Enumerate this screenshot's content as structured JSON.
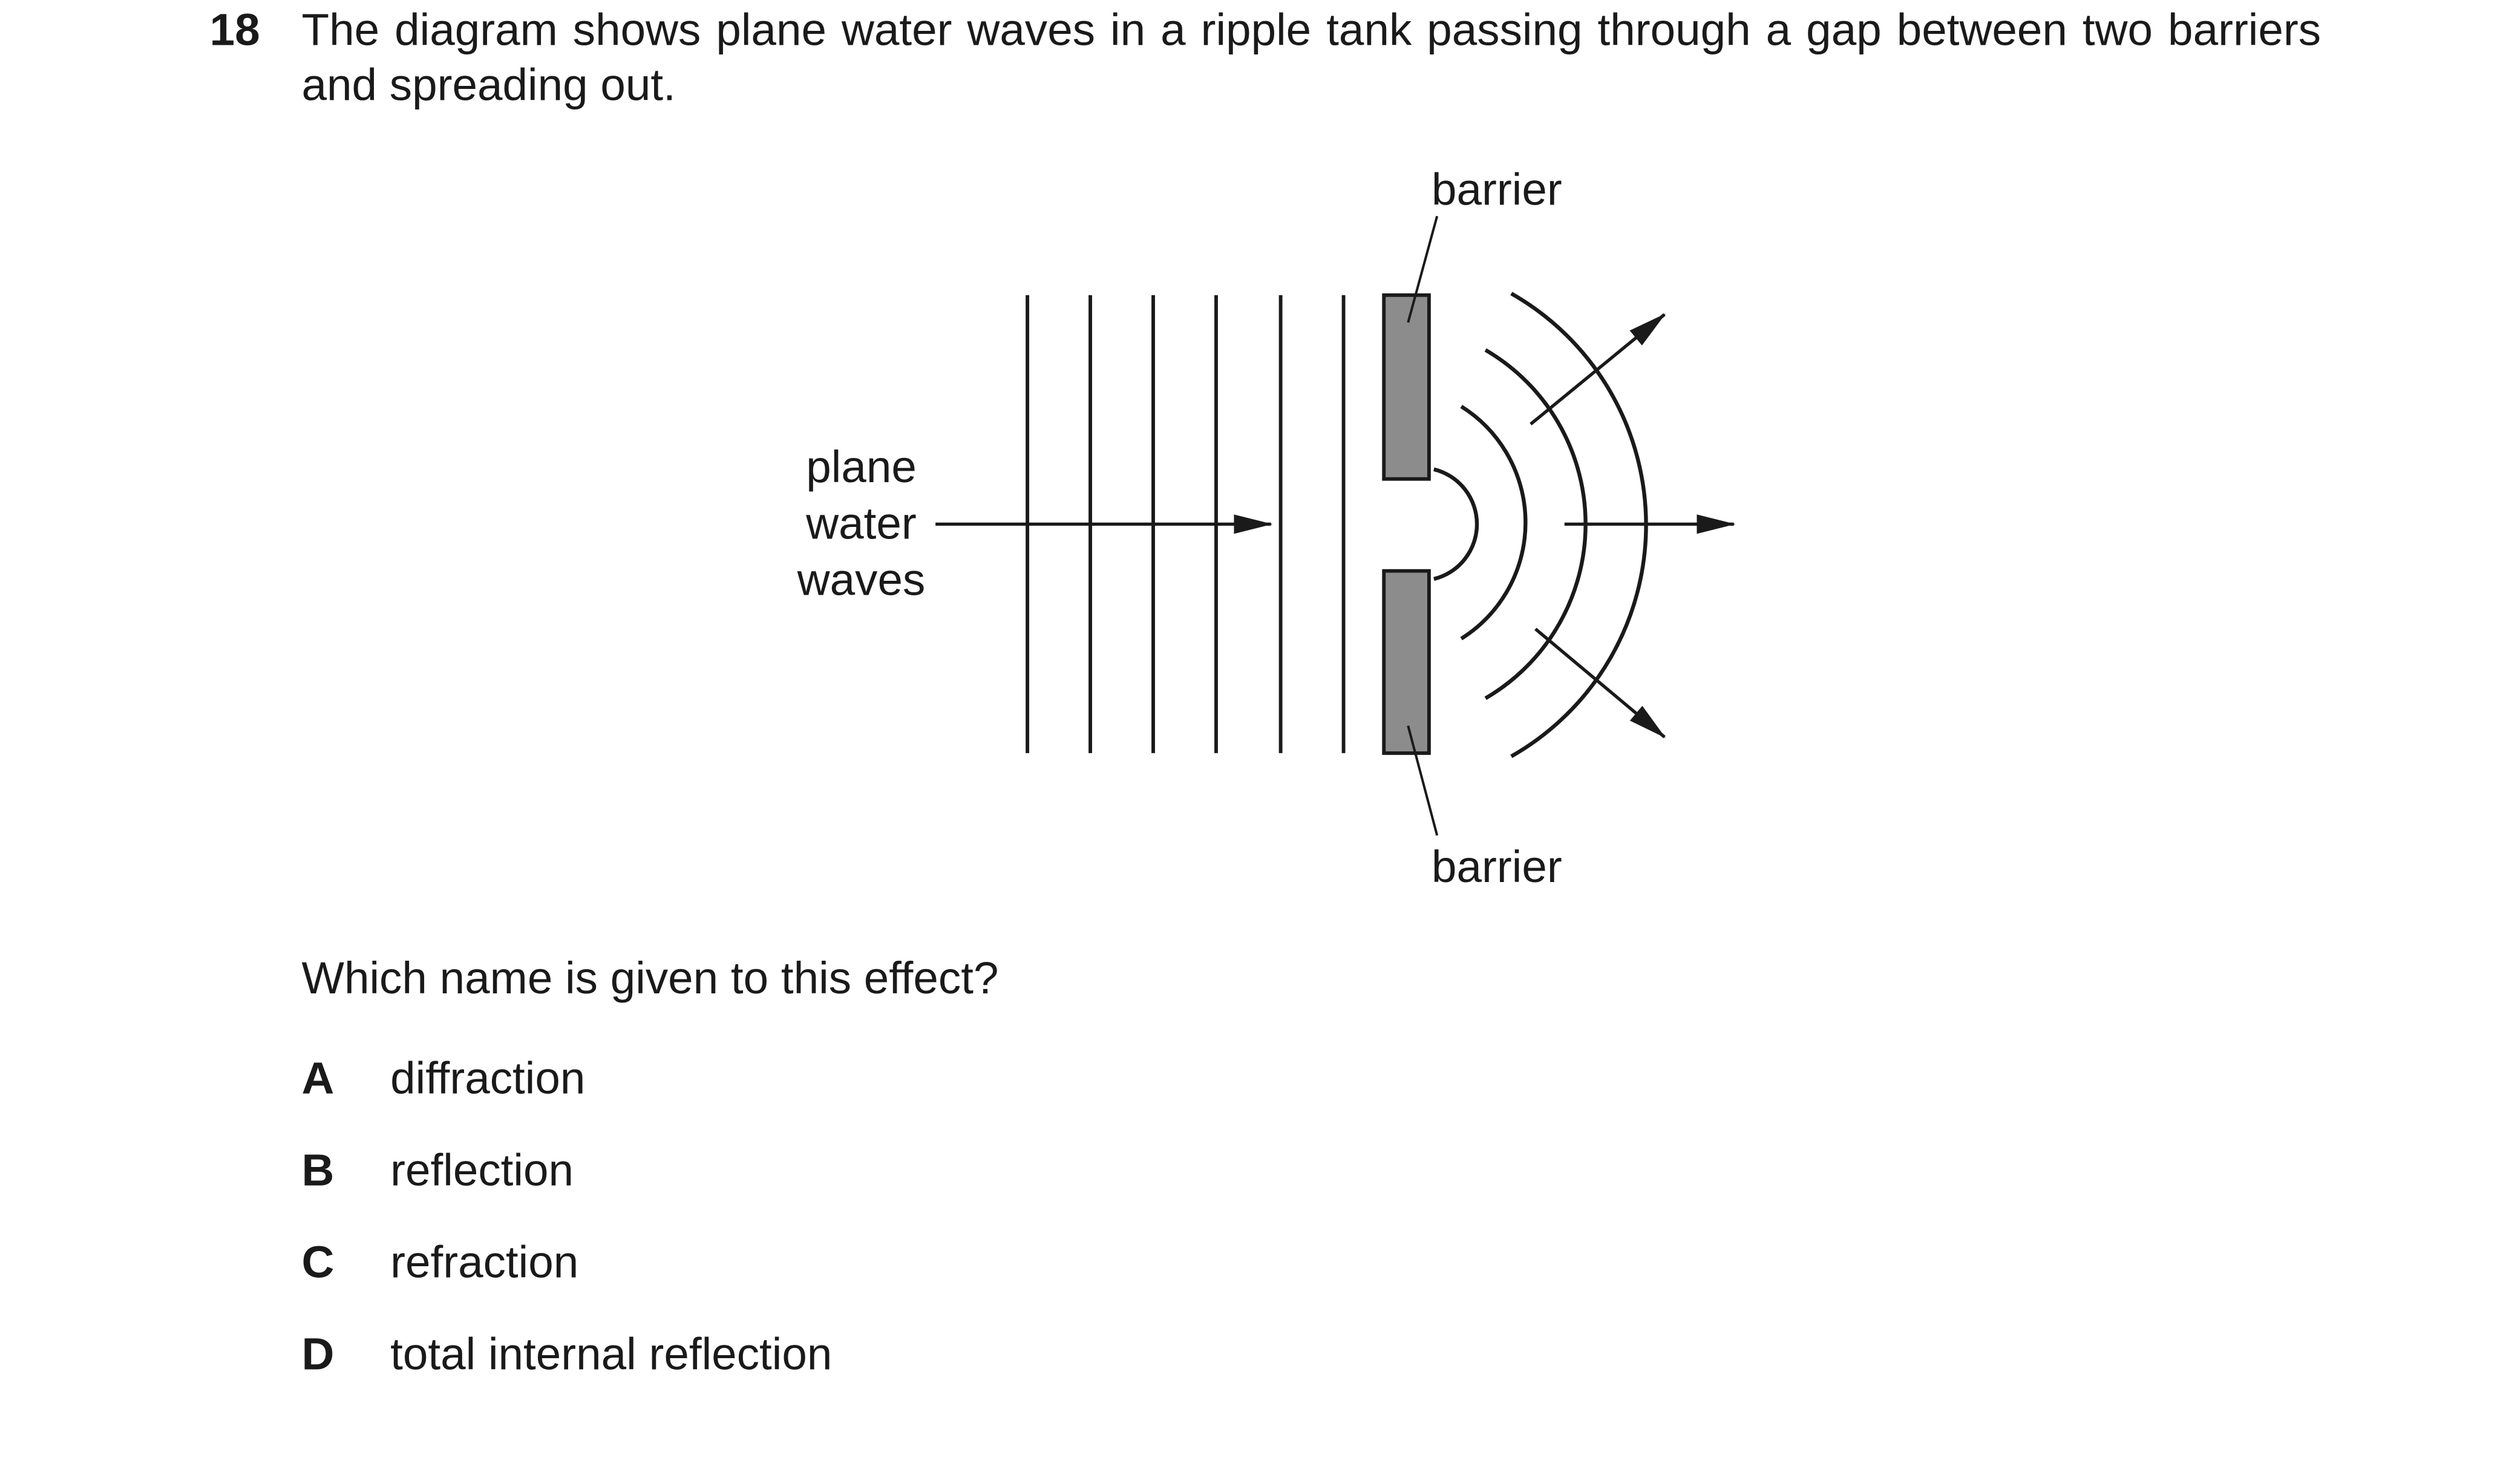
{
  "question": {
    "number": "18",
    "stem": "The diagram shows plane water waves in a ripple tank passing through a gap between two barriers and spreading out.",
    "prompt": "Which name is given to this effect?"
  },
  "diagram": {
    "label_plane": "plane",
    "label_water": "water",
    "label_waves": "waves",
    "label_barrier_top": "barrier",
    "label_barrier_bottom": "barrier",
    "barrier_fill": "#8c8c8c",
    "line_color": "#1a1a1a"
  },
  "options": [
    {
      "letter": "A",
      "text": "diffraction"
    },
    {
      "letter": "B",
      "text": "reflection"
    },
    {
      "letter": "C",
      "text": "refraction"
    },
    {
      "letter": "D",
      "text": "total internal reflection"
    }
  ]
}
